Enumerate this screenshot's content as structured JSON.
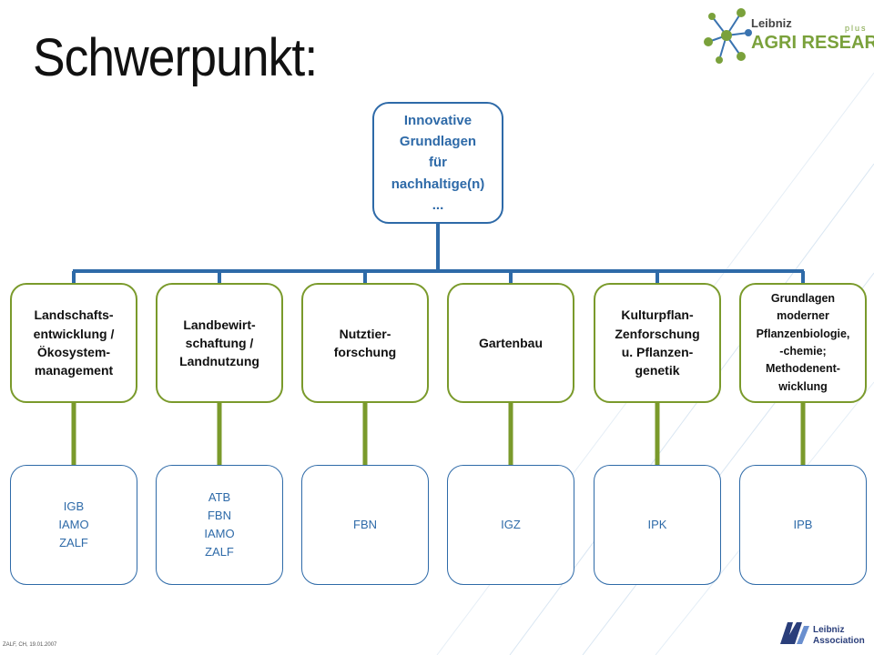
{
  "title": "Schwerpunkt:",
  "logo_top": {
    "leibniz": "Leibniz",
    "agri": "AGRI RESEARCH",
    "plus": "plus"
  },
  "root": {
    "label": "Innovative\nGrundlagen\nfür\nnachhaltige(n)\n..."
  },
  "categories": [
    {
      "label": "Landschafts-\nentwicklung /\nÖkosystem-\nmanagement",
      "institutes": "IGB\nIAMO\nZALF"
    },
    {
      "label": "Landbewirt-\nschaftung /\nLandnutzung",
      "institutes": "ATB\nFBN\nIAMO\nZALF"
    },
    {
      "label": "Nutztier-\nforschung",
      "institutes": "FBN"
    },
    {
      "label": "Gartenbau",
      "institutes": "IGZ"
    },
    {
      "label": "Kulturpflan-\nZenforschung\nu. Pflanzen-\ngenetik",
      "institutes": "IPK"
    },
    {
      "label": "Grundlagen\nmoderner\nPflanzenbiologie,\n-chemie;\nMethodenent-\nwicklung",
      "institutes": "IPB"
    }
  ],
  "footer": "ZALF, CH, 19.01.2007",
  "logo_bottom": {
    "line1": "Leibniz",
    "line2": "Association"
  },
  "colors": {
    "blue": "#2e6aa8",
    "green": "#7a9a2b",
    "light_green": "#7aa13b"
  }
}
